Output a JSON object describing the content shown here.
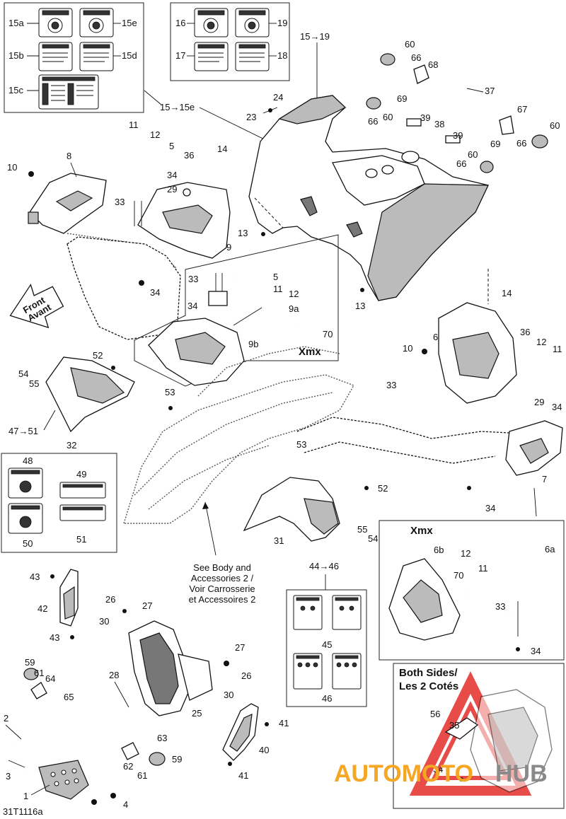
{
  "callouts": {
    "c15a": "15a",
    "c15e": "15e",
    "c15b": "15b",
    "c15d": "15d",
    "c15c": "15c",
    "c16": "16",
    "c19": "19",
    "c17": "17",
    "c18": "18",
    "c15to19": "15→19",
    "c15to15e": "15→15e",
    "c24": "24",
    "c23": "23",
    "c60a": "60",
    "c66a": "66",
    "c68": "68",
    "c69a": "69",
    "c37": "37",
    "c60b": "60",
    "c66b": "66",
    "c39a": "39",
    "c38": "38",
    "c39b": "39",
    "c67": "67",
    "c66c": "66",
    "c60c": "60",
    "c69b": "69",
    "c60d": "60",
    "c66d": "66",
    "c11a": "11",
    "c12a": "12",
    "c5a": "5",
    "c36a": "36",
    "c14a": "14",
    "c8": "8",
    "c10a": "10",
    "c34a": "34",
    "c29a": "29",
    "c33a": "33",
    "c9": "9",
    "c13a": "13",
    "c34b": "34",
    "c33b": "33",
    "c5b": "5",
    "c11b": "11",
    "c12b": "12",
    "c34c": "34",
    "c9a": "9a",
    "c70a": "70",
    "c9b": "9b",
    "cxmx1": "Xmx",
    "c13b": "13",
    "c14b": "14",
    "c6": "6",
    "c10b": "10",
    "c36b": "36",
    "c12c": "12",
    "c11c": "11",
    "c33c": "33",
    "c29b": "29",
    "c34d": "34",
    "c7": "7",
    "c34e": "34",
    "c52a": "52",
    "c54a": "54",
    "c55a": "55",
    "c53a": "53",
    "c47to51": "47→51",
    "c32": "32",
    "c53b": "53",
    "c52b": "52",
    "c48": "48",
    "c49": "49",
    "c50": "50",
    "c51": "51",
    "c31": "31",
    "c55b": "55",
    "c54b": "54",
    "cxmx2": "Xmx",
    "c6b": "6b",
    "c6a": "6a",
    "c12d": "12",
    "c11d": "11",
    "c70b": "70",
    "c33d": "33",
    "c34f": "34",
    "c43a": "43",
    "c42": "42",
    "c43b": "43",
    "c44to46": "44→46",
    "c45": "45",
    "c46": "46",
    "c26a": "26",
    "c27a": "27",
    "c30a": "30",
    "c27b": "27",
    "c26b": "26",
    "c28": "28",
    "c30b": "30",
    "c25": "25",
    "c59a": "59",
    "c61a": "61",
    "c64": "64",
    "c65": "65",
    "c2": "2",
    "c3": "3",
    "c1": "1",
    "c4": "4",
    "c63": "63",
    "c62": "62",
    "c61b": "61",
    "c59b": "59",
    "c41a": "41",
    "c40": "40",
    "c41b": "41",
    "c56": "56",
    "c35": "35",
    "c34g": "34"
  },
  "notes": {
    "see_body_1": "See Body and",
    "see_body_2": "Accessories 2 /",
    "see_body_3": "Voir Carrosserie",
    "see_body_4": "et Accessoires 2",
    "both_sides_1": "Both Sides/",
    "both_sides_2": "Les 2 Cotés",
    "front_1": "Front",
    "front_2": "Avant",
    "figure_code": "31T1116a"
  },
  "watermark": {
    "text_orange": "AUTOMOTO",
    "text_gray": "HUB",
    "color_red": "#e53935",
    "color_orange": "#f5a623",
    "color_gray": "#8a8a8a"
  }
}
